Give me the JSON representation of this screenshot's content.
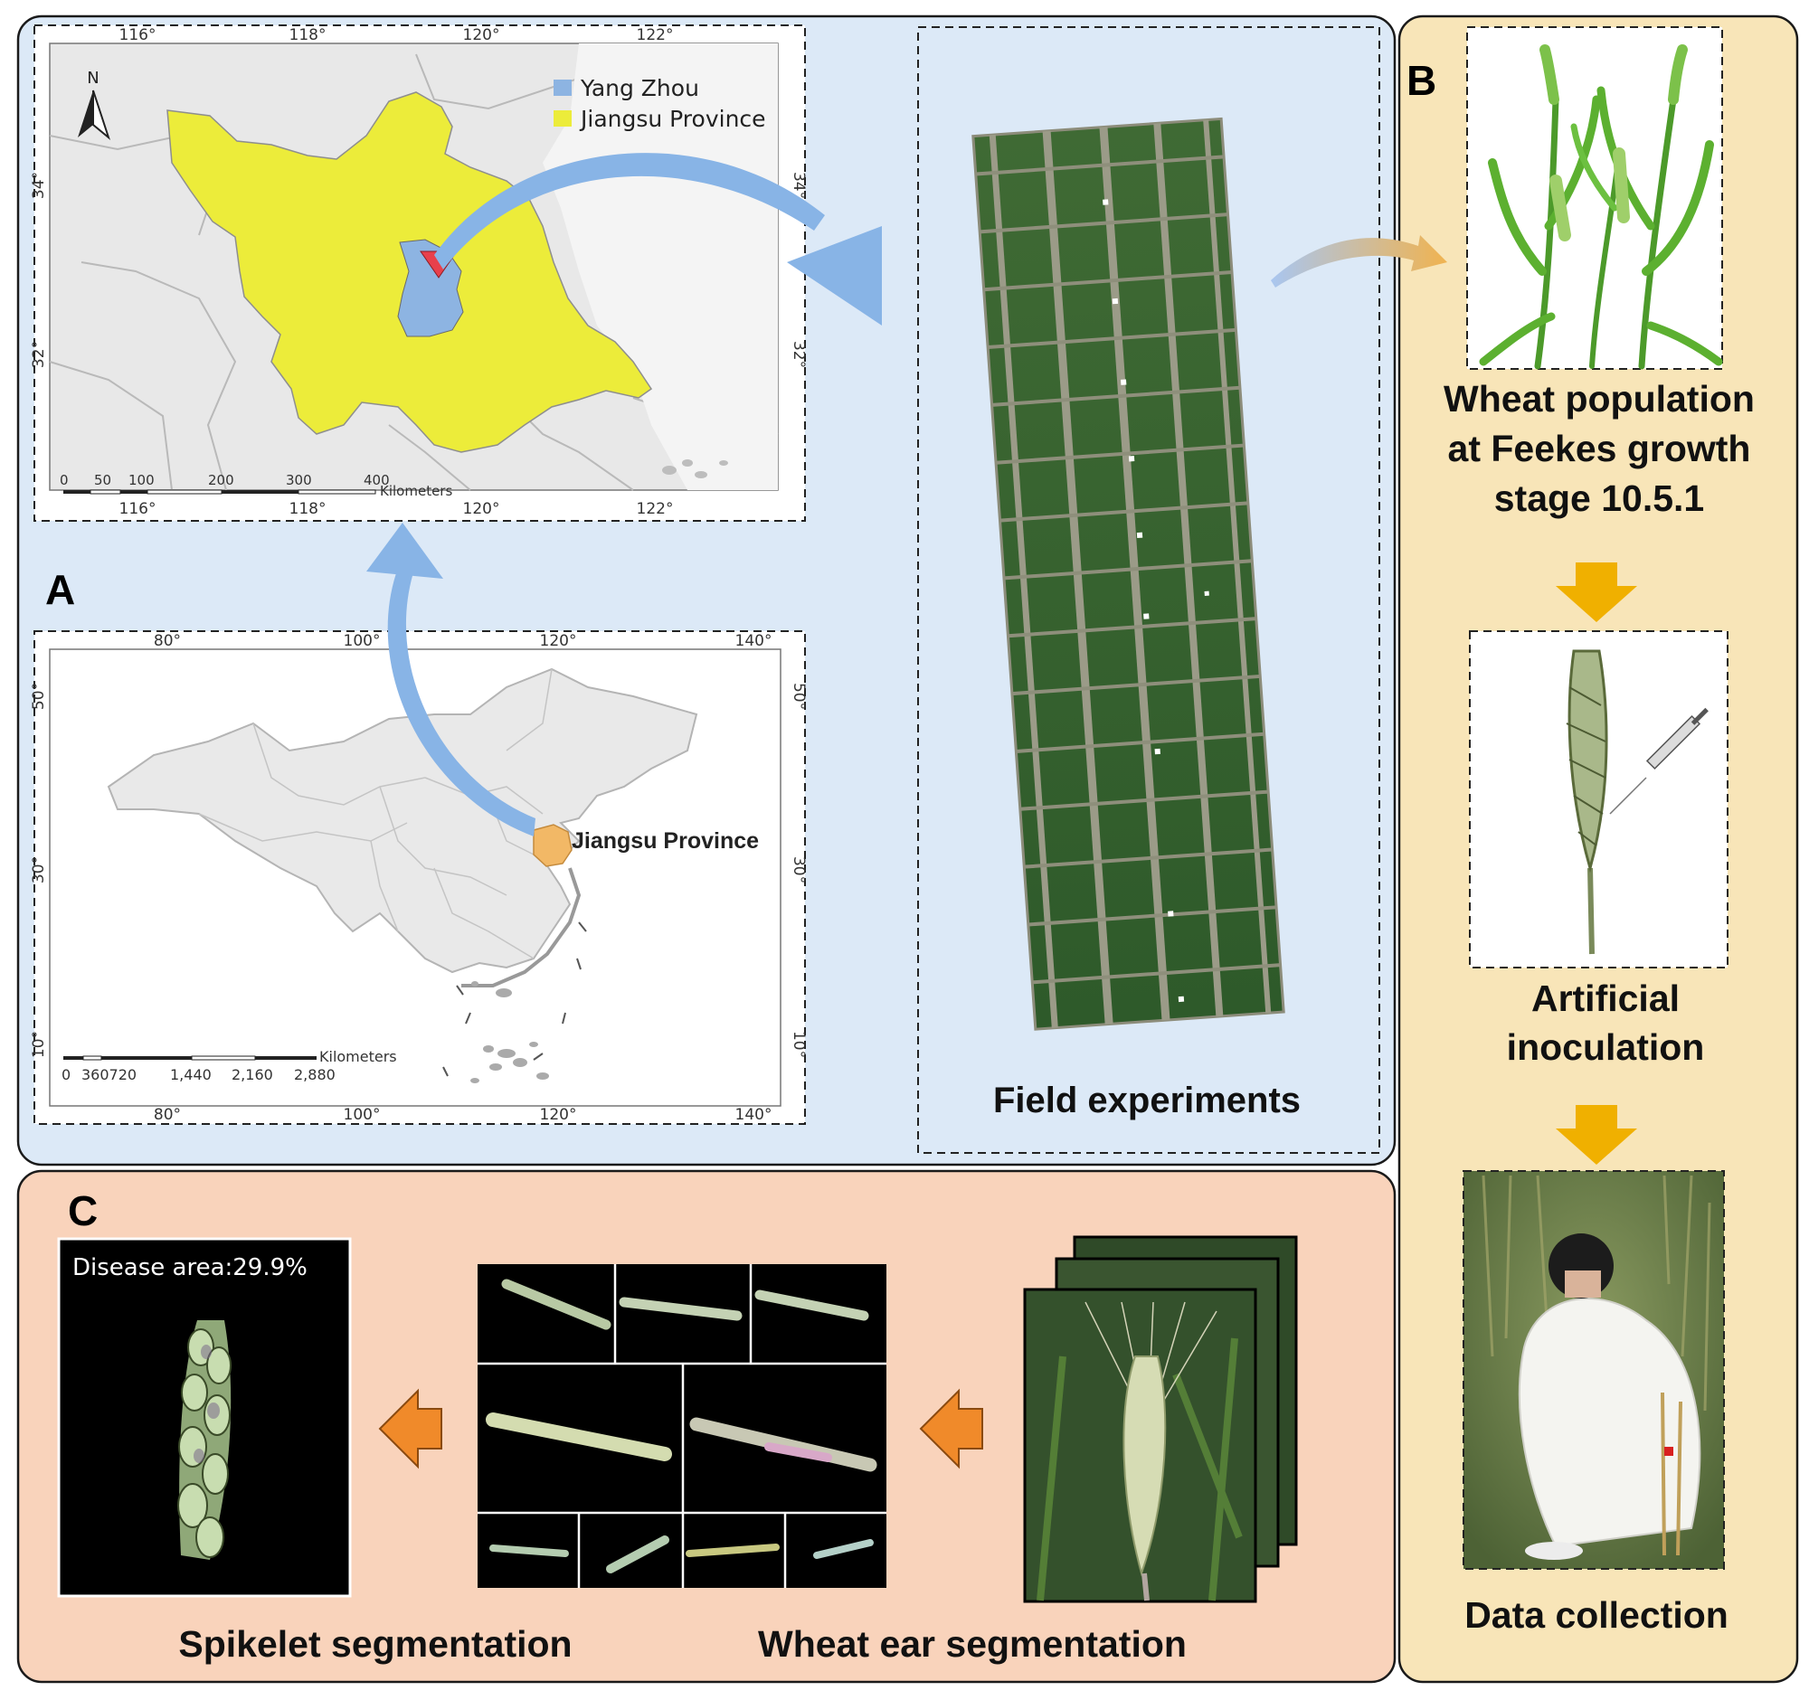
{
  "panels": {
    "a": {
      "letter": "A"
    },
    "b": {
      "letter": "B"
    },
    "c": {
      "letter": "C"
    }
  },
  "jiangsu_map": {
    "lon_ticks_top": [
      "116°",
      "118°",
      "120°",
      "122°"
    ],
    "lon_ticks_bottom": [
      "116°",
      "118°",
      "120°",
      "122°"
    ],
    "lat_ticks_left": [
      "34°",
      "32°"
    ],
    "lat_ticks_right": [
      "34°",
      "32°"
    ],
    "north_label": "N",
    "legend": [
      {
        "label": "Yang Zhou",
        "color": "#8db4e2"
      },
      {
        "label": "Jiangsu Province",
        "color": "#ecec3a"
      }
    ],
    "scale_labels": [
      "0",
      "50",
      "100",
      "200",
      "300",
      "400"
    ],
    "scale_unit": "Kilometers"
  },
  "china_map": {
    "lon_ticks_top": [
      "80°",
      "100°",
      "120°",
      "140°"
    ],
    "lon_ticks_bottom": [
      "80°",
      "100°",
      "120°",
      "140°"
    ],
    "lat_ticks_left": [
      "50°",
      "30°",
      "10°"
    ],
    "lat_ticks_right": [
      "50°",
      "30°",
      "10°"
    ],
    "province_label": "Jiangsu Province",
    "scale_labels": [
      "0",
      "360720",
      "1,440",
      "2,160",
      "2,880"
    ],
    "scale_unit": "Kilometers"
  },
  "field": {
    "caption": "Field experiments"
  },
  "workflow_b": {
    "step1": [
      "Wheat population",
      "at Feekes growth",
      "stage 10.5.1"
    ],
    "step2": [
      "Artificial",
      "inoculation"
    ],
    "step3": "Data collection"
  },
  "panel_c": {
    "disease_label": "Disease area:29.9%",
    "spikelet_caption": "Spikelet segmentation",
    "ear_caption": "Wheat ear segmentation"
  },
  "colors": {
    "panel_a_bg": "#dce9f7",
    "panel_b_bg": "#f8e5b8",
    "panel_c_bg": "#f9d3bb",
    "arrow_blue": "#88b4e6",
    "arrow_orange": "#f08a2a",
    "arrow_gold": "#f0b000",
    "jiangsu_yellow": "#ecec3a",
    "yangzhou_blue": "#8db4e2",
    "marker_red": "#e8404c",
    "china_jiangsu": "#f2b866"
  }
}
